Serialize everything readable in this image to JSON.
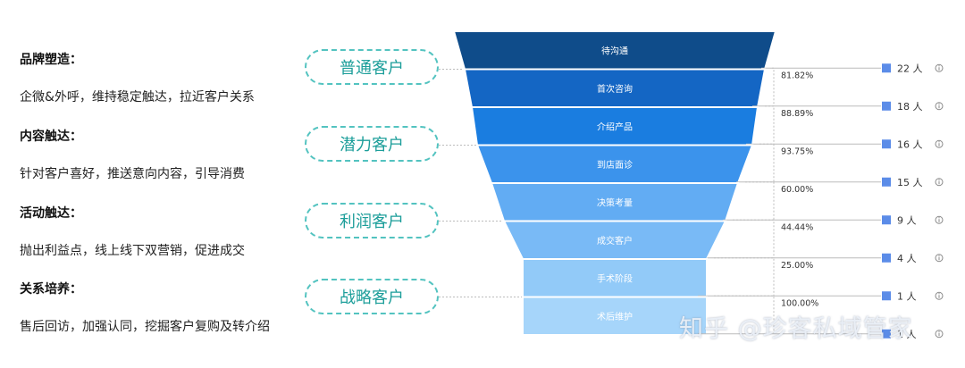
{
  "left": [
    {
      "title": "品牌塑造：",
      "desc": "企微&外呼，维持稳定触达，拉近客户关系"
    },
    {
      "title": "内容触达：",
      "desc": "针对客户喜好，推送意向内容，引导消费"
    },
    {
      "title": "活动触达：",
      "desc": "抛出利益点，线上线下双营销，促进成交"
    },
    {
      "title": "关系培养：",
      "desc": "售后回访，加强认同，挖掘客户复购及转介绍"
    }
  ],
  "groups": [
    "普通客户",
    "潜力客户",
    "利润客户",
    "战略客户"
  ],
  "unit": "人",
  "watermark": "知乎 @珍客私域管家",
  "colors": {
    "stages": [
      "#0f4c8a",
      "#1466c4",
      "#1a7de0",
      "#3b93ec",
      "#62acf3",
      "#79baf6",
      "#92caf8",
      "#a6d5fa"
    ],
    "legend": "#5b8ce8",
    "pill": "#53c3c0"
  },
  "chart_data": {
    "type": "funnel",
    "stages": [
      "待沟通",
      "首次咨询",
      "介绍产品",
      "到店面诊",
      "决策考量",
      "成交客户",
      "手术阶段",
      "术后维护"
    ],
    "values": [
      22,
      18,
      16,
      15,
      9,
      4,
      1,
      1
    ],
    "conversion": [
      "81.82%",
      "88.89%",
      "93.75%",
      "60.00%",
      "44.44%",
      "25.00%",
      "100.00%"
    ]
  }
}
